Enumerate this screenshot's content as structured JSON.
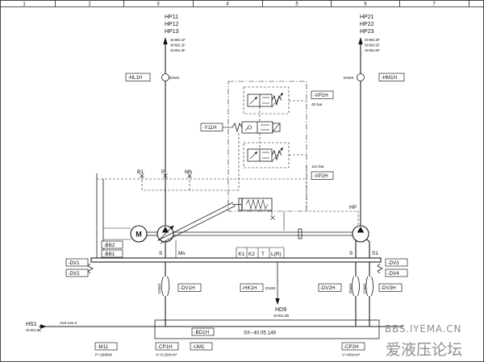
{
  "frame": {
    "columns": [
      "1",
      "2",
      "3",
      "4",
      "5",
      "6",
      "7"
    ]
  },
  "pressure_out_left": {
    "ports": [
      "HP11",
      "HP12",
      "HP13"
    ],
    "sheet_refs": [
      "SH06.1F",
      "SH06.2F",
      "SH06.3F"
    ]
  },
  "pressure_out_right": {
    "ports": [
      "HP21",
      "HP22",
      "HP23"
    ],
    "sheet_refs": [
      "SH06.3F",
      "SH06.5F",
      "SH06.6F"
    ]
  },
  "pressure_lines": {
    "left": {
      "tag": "-HL1H",
      "size": "DN40"
    },
    "right": {
      "tag": "-HM1H",
      "size": "DN50"
    }
  },
  "control_valves": {
    "vp1h": {
      "tag": "-VP1H",
      "setting": "40 bar"
    },
    "y11h": {
      "tag": "-Y11H"
    },
    "vp2h": {
      "tag": "-VP2H",
      "setting": "110 bar"
    }
  },
  "pump1_ports": {
    "b1": "B1",
    "p": "P",
    "mb": "Mb",
    "s": "S",
    "ms": "Ms"
  },
  "pump2_ports": {
    "hp": "HP",
    "s": "S",
    "s1": "S1"
  },
  "drain_ports": [
    "K1",
    "K2",
    "T",
    "L(R)"
  ],
  "motor": {
    "symbol": "M",
    "tag": "-M11",
    "power": "P=160kW"
  },
  "base_frame": {
    "upper": "-BB2",
    "lower": "-BB1"
  },
  "dampers": {
    "dv1": "-DV1",
    "dv2": "-DV2",
    "dv3": "-DV3",
    "dv4": "-DV4"
  },
  "suction_hoses": {
    "dv1h": {
      "tag": "-DV1H",
      "size": "DN40"
    },
    "dv2h": {
      "tag": "-DV2H",
      "size": "DN40"
    },
    "dv3h": {
      "tag": "-DV3H",
      "size": "DN40"
    }
  },
  "drain_line": {
    "tag": "-HK1H",
    "size": "DN30",
    "port": "HD9",
    "sheet_ref": "SH02.2B"
  },
  "suction_header": {
    "port": "HS1",
    "sheet_ref": "SH02.8E",
    "pipe": "219.1x6.3",
    "tag": "-BD1H",
    "part_no": "SX--40.05.149"
  },
  "pumps": {
    "cp1h": {
      "tag": "-CP1H",
      "displacement": "V=0-250cm³"
    },
    "um1": {
      "tag": "-UM1"
    },
    "cp2h": {
      "tag": "-CP2H",
      "displacement": "V=400cm³"
    }
  },
  "watermark": {
    "site": "BBS.IYEMA.CN",
    "name": "爱液压论坛"
  }
}
